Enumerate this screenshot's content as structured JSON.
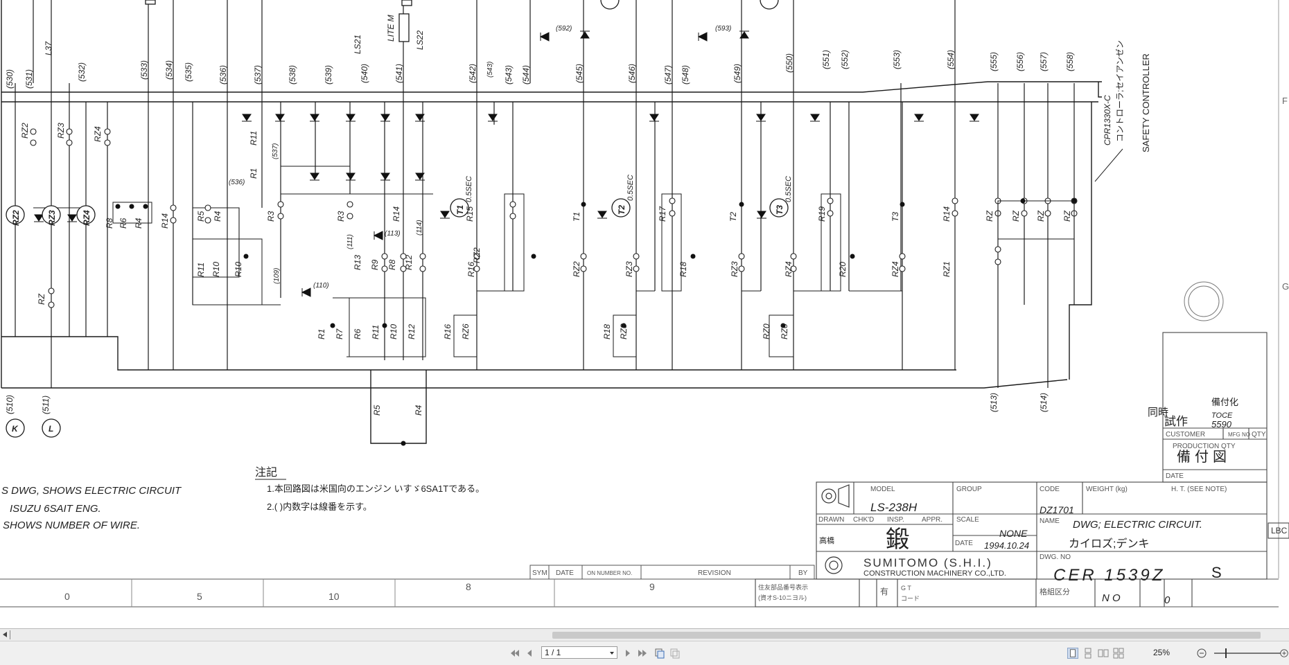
{
  "drawing": {
    "wire_labels_top": [
      "(530)",
      "(531)",
      "(532)",
      "(533)",
      "(534)",
      "(535)",
      "(536)",
      "(537)",
      "(538)",
      "(539)",
      "(540)",
      "(541)",
      "(542)",
      "(543)",
      "(544)",
      "(545)",
      "(546)",
      "(547)",
      "(548)",
      "(549)",
      "(550)",
      "(551)",
      "(552)",
      "(553)",
      "(554)",
      "(555)",
      "(556)",
      "(557)",
      "(558)"
    ],
    "top_labels": {
      "ls21": "LS21",
      "ls22": "LS22",
      "lite": "LITE M",
      "l37": "L37",
      "s592": "(592)",
      "s593": "(593)",
      "s543": "(543)"
    },
    "relay_labels": {
      "rz2": "RZ2",
      "rz3": "RZ3",
      "rz4": "RZ4",
      "rz": "RZ",
      "r8": "R8",
      "r6": "R6",
      "r4": "R4",
      "r14": "R14",
      "r5": "R5",
      "r1": "R1",
      "r3": "R3",
      "r11": "R11",
      "r10": "R10",
      "r9": "R9",
      "r12": "R12",
      "r7": "R7",
      "r13": "R13",
      "r15": "R15",
      "r16": "R16",
      "r17": "R17",
      "r18": "R18",
      "r19": "R19",
      "r20": "R20",
      "r21": "RZ1",
      "r22": "RZ2",
      "r23": "RZ3",
      "r24": "RZ4",
      "r26": "RZ6",
      "r28": "RZ8",
      "t1": "T1",
      "t2": "T2",
      "t3": "T3",
      "rz0": "RZ0",
      "w536": "(536)",
      "w537": "(537)",
      "w109": "(109)",
      "w110": "(110)",
      "w111": "(111)",
      "w113": "(113)",
      "w114": "(114)"
    },
    "timer_labels": {
      "t1": "T1",
      "t2": "T2",
      "t3": "T3",
      "t1_sec": "0.5SEC",
      "t2_sec": "0.5SEC",
      "t3_sec": "0.5SEC"
    },
    "coils": {
      "rz2": "RZ2",
      "rz3": "RZ3",
      "rz4": "RZ4",
      "k": "K",
      "l": "L"
    },
    "bottom_wires": {
      "w510": "(510)",
      "w511": "(511)",
      "w513": "(513)",
      "w514": "(514)"
    },
    "controller": {
      "code": "CPR1330X-C",
      "jp": "コントローラ;セイアンゼン",
      "en": "SAFETY CONTROLLER"
    },
    "notes_heading": "注記",
    "notes_left": [
      "S DWG, SHOWS ELECTRIC CIRCUIT",
      "ISUZU 6SAIT ENG.",
      "SHOWS NUMBER OF WIRE."
    ],
    "notes_jp": [
      "1.本回路図は米国向のエンジン いすゞ6SA1Tである。",
      "2.( )内数字は線番を示す。"
    ],
    "revision_headers": [
      "SYM",
      "DATE",
      "ON NUMBER NO.",
      "REVISION",
      "BY"
    ],
    "grid_bottom": [
      "0",
      "5",
      "10",
      "8",
      "9"
    ],
    "grid_right": [
      "F",
      "G"
    ],
    "title_block": {
      "model_label": "MODEL",
      "model": "LS-238H",
      "group_label": "GROUP",
      "code_label": "CODE",
      "code": "DZ1701",
      "weight_label": "WEIGHT (kg)",
      "ht_label": "H. T. (SEE NOTE)",
      "drawn": "DRAWN",
      "chkd": "CHK'D",
      "insp": "INSP.",
      "appr": "APPR.",
      "scale_label": "SCALE",
      "scale": "NONE",
      "date_label": "DATE",
      "date": "1994.10.24",
      "name_label": "NAME",
      "name_en": "DWG; ELECTRIC CIRCUIT.",
      "name_jp": "カイロズ;デンキ",
      "dwg_no_label": "DWG. NO",
      "dwg_no": "CER 1539Z",
      "dwg_suffix": "S",
      "company": "SUMITOMO (S.H.I.)",
      "company_sub": "CONSTRUCTION MACHINERY CO.,LTD.",
      "customer": "CUSTOMER",
      "mfg": "MFG NO",
      "qty": "QTY",
      "prod_qty": "PRODUCTION QTY",
      "prod_jp": "備付図",
      "date2": "DATE",
      "trial": "試作",
      "doji": "同時",
      "bifuka": "備付化",
      "toce": "TOCE",
      "toce_no": "5590",
      "lbc": "LBC",
      "no_label": "N O",
      "zero": "0",
      "kenshu": "有",
      "part_label": "住友部品番号表示",
      "part_sub": "(資オS-10ニヨル)",
      "gt": "G T",
      "code2": "コード",
      "kubun": "格組区分",
      "stamp1": "高橋",
      "stamp2": "鍛"
    }
  },
  "toolbar": {
    "page_display": "1 / 1",
    "zoom_level": "25%"
  }
}
